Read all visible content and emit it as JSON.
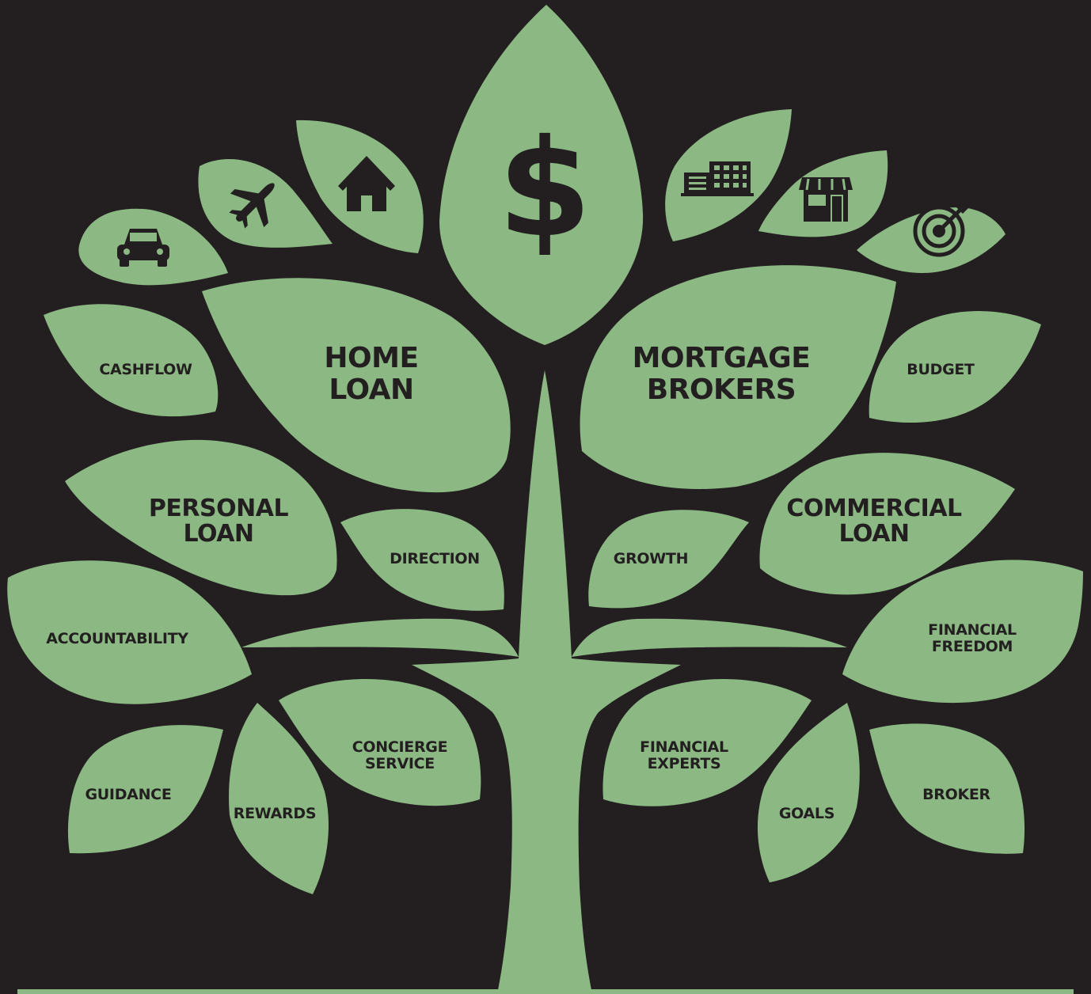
{
  "icons": {
    "top": "dollar-icon",
    "left": [
      "car-icon",
      "airplane-icon",
      "house-icon"
    ],
    "right": [
      "office-building-icon",
      "storefront-icon",
      "target-icon"
    ]
  },
  "dollar_symbol": "$",
  "labels": {
    "home_loan": [
      "HOME",
      "LOAN"
    ],
    "mortgage_brokers": [
      "MORTGAGE",
      "BROKERS"
    ],
    "personal_loan": [
      "PERSONAL",
      "LOAN"
    ],
    "commercial_loan": [
      "COMMERCIAL",
      "LOAN"
    ],
    "cashflow": "CASHFLOW",
    "budget": "BUDGET",
    "direction": "DIRECTION",
    "growth": "GROWTH",
    "accountability": "ACCOUNTABILITY",
    "financial_freedom": [
      "FINANCIAL",
      "FREEDOM"
    ],
    "concierge_service": [
      "CONCIERGE",
      "SERVICE"
    ],
    "financial_experts": [
      "FINANCIAL",
      "EXPERTS"
    ],
    "guidance": "GUIDANCE",
    "rewards": "REWARDS",
    "goals": "GOALS",
    "broker": "BROKER"
  },
  "colors": {
    "background": "#231f20",
    "leaf": "#8bb883",
    "text": "#231f20"
  }
}
